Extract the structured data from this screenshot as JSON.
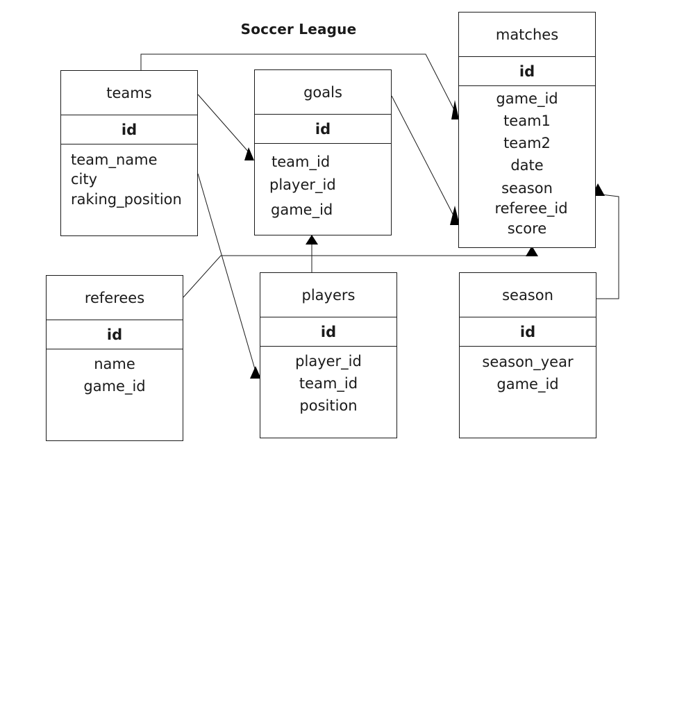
{
  "title": "Soccer League",
  "entities": {
    "teams": {
      "name": "teams",
      "pk": "id",
      "fields": [
        "team_name",
        "city",
        "raking_position"
      ]
    },
    "goals": {
      "name": "goals",
      "pk": "id",
      "fields": [
        "team_id",
        "player_id",
        "game_id"
      ]
    },
    "matches": {
      "name": "matches",
      "pk": "id",
      "fields": [
        "game_id",
        "team1",
        "team2",
        "date",
        "season",
        "referee_id",
        "score"
      ]
    },
    "referees": {
      "name": "referees",
      "pk": "id",
      "fields": [
        "name",
        "game_id"
      ]
    },
    "players": {
      "name": "players",
      "pk": "id",
      "fields": [
        "player_id",
        "team_id",
        "position"
      ]
    },
    "season": {
      "name": "season",
      "pk": "id",
      "fields": [
        "season_year",
        "game_id"
      ]
    }
  },
  "relationships": [
    {
      "from": "teams",
      "to": "matches"
    },
    {
      "from": "teams",
      "to": "goals"
    },
    {
      "from": "teams",
      "to": "players"
    },
    {
      "from": "goals",
      "to": "matches"
    },
    {
      "from": "players",
      "to": "goals"
    },
    {
      "from": "referees",
      "to": "matches"
    },
    {
      "from": "season",
      "to": "matches"
    }
  ]
}
